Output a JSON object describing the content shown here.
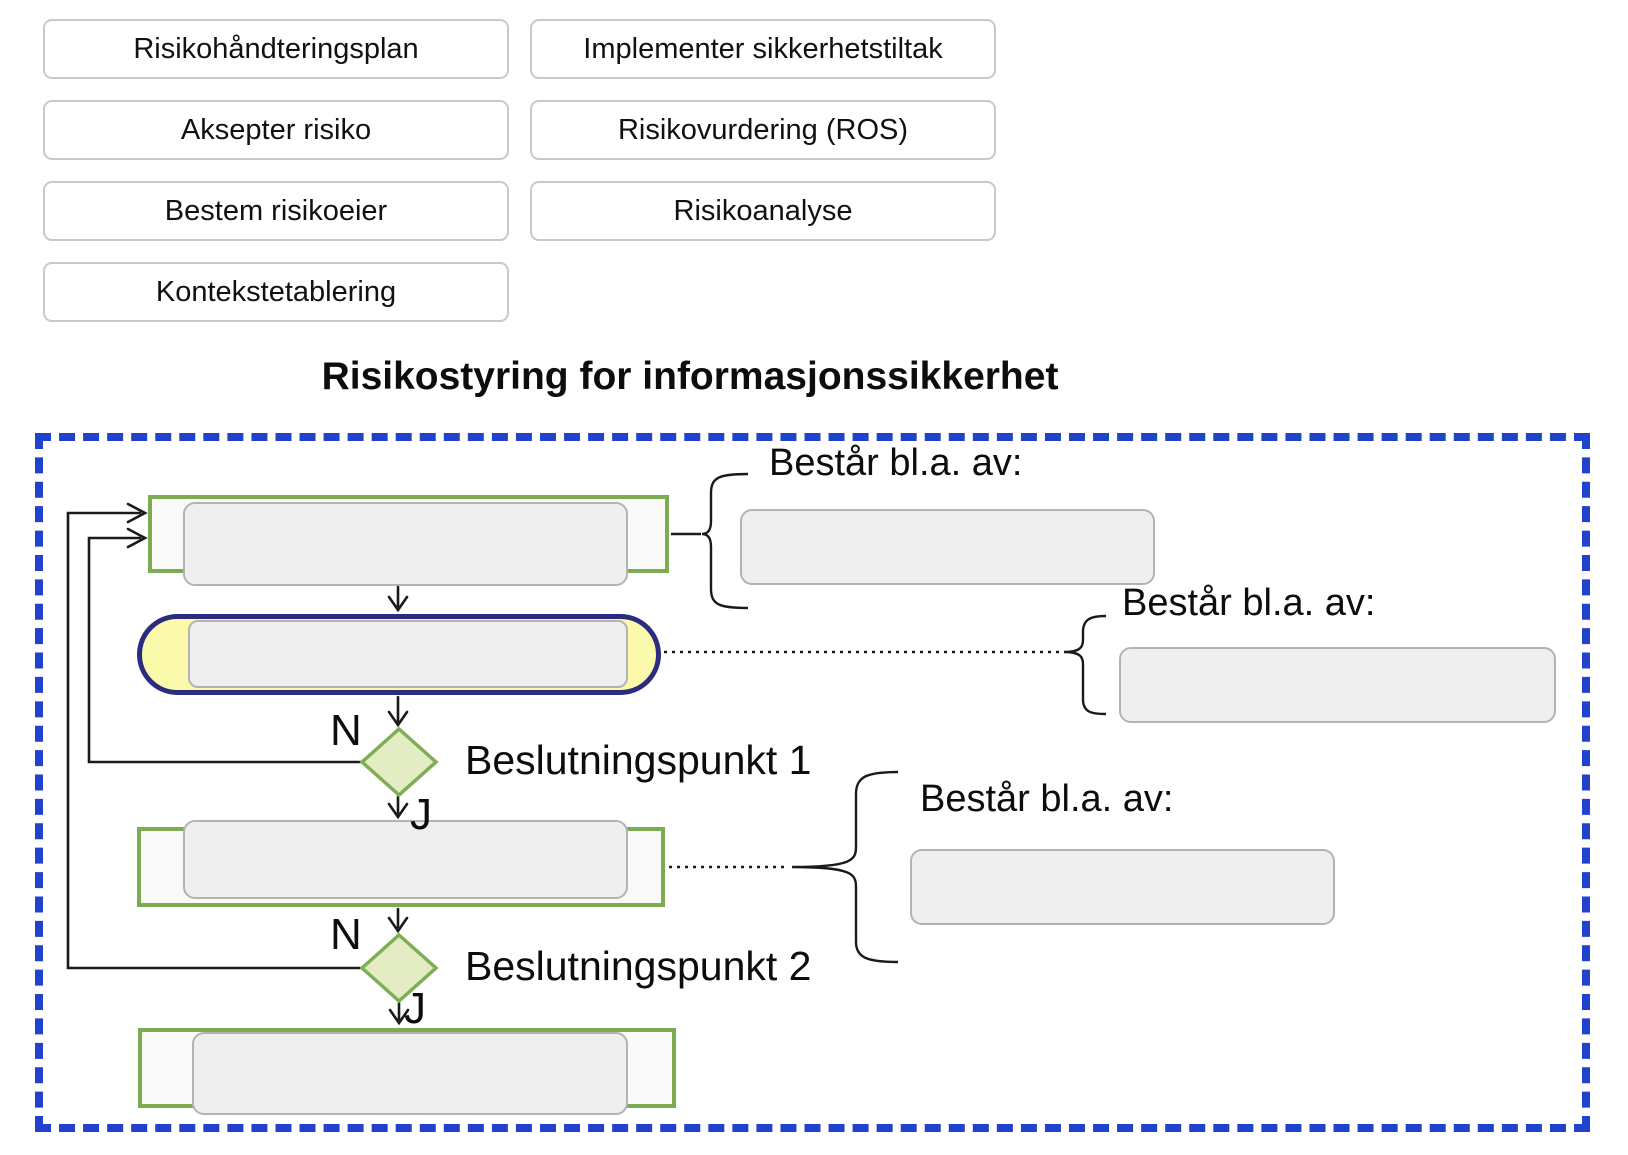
{
  "options": [
    "Risikohåndteringsplan",
    "Implementer sikkerhetstiltak",
    "Aksepter risiko",
    "Risikovurdering (ROS)",
    "Bestem risikoeier",
    "Risikoanalyse",
    "Kontekstetablering"
  ],
  "title": "Risikostyring for informasjonssikkerhet",
  "diagram": {
    "side_label_1": "Består bl.a. av:",
    "side_label_2": "Består bl.a. av:",
    "side_label_3": "Består bl.a. av:",
    "decision_1": {
      "label": "Beslutningspunkt 1",
      "no": "N",
      "yes": "J"
    },
    "decision_2": {
      "label": "Beslutningspunkt 2",
      "no": "N",
      "yes": "J"
    }
  },
  "colors": {
    "frame_dashed_border": "#2142cc",
    "flow_box_border": "#7cab52",
    "stadium_border": "#2b2b80",
    "stadium_fill": "#fafaaa",
    "decision_fill": "#e3ecc3",
    "decision_border": "#7fae56",
    "drop_zone_fill": "#efefef",
    "drop_zone_border": "#b3b3b3"
  }
}
